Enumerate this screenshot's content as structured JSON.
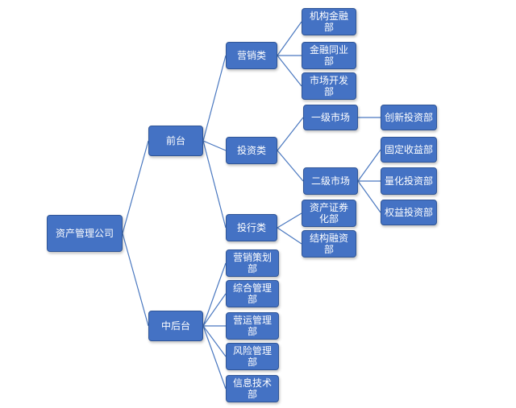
{
  "diagram": {
    "root": "资产管理公司",
    "level1": [
      "前台",
      "中后台"
    ],
    "front": {
      "categories": [
        "营销类",
        "投资类",
        "投行类"
      ],
      "marketing_departments": [
        "机构金融部",
        "金融同业部",
        "市场开发部"
      ],
      "investment_markets": [
        "一级市场",
        "二级市场"
      ],
      "primary_market_departments": [
        "创新投资部"
      ],
      "secondary_market_departments": [
        "固定收益部",
        "量化投资部",
        "权益投资部"
      ],
      "investment_banking_departments": [
        "资产证券化部",
        "结构融资部"
      ]
    },
    "middle_back_departments": [
      "营销策划部",
      "综合管理部",
      "营运管理部",
      "风险管理部",
      "信息技术部"
    ]
  }
}
